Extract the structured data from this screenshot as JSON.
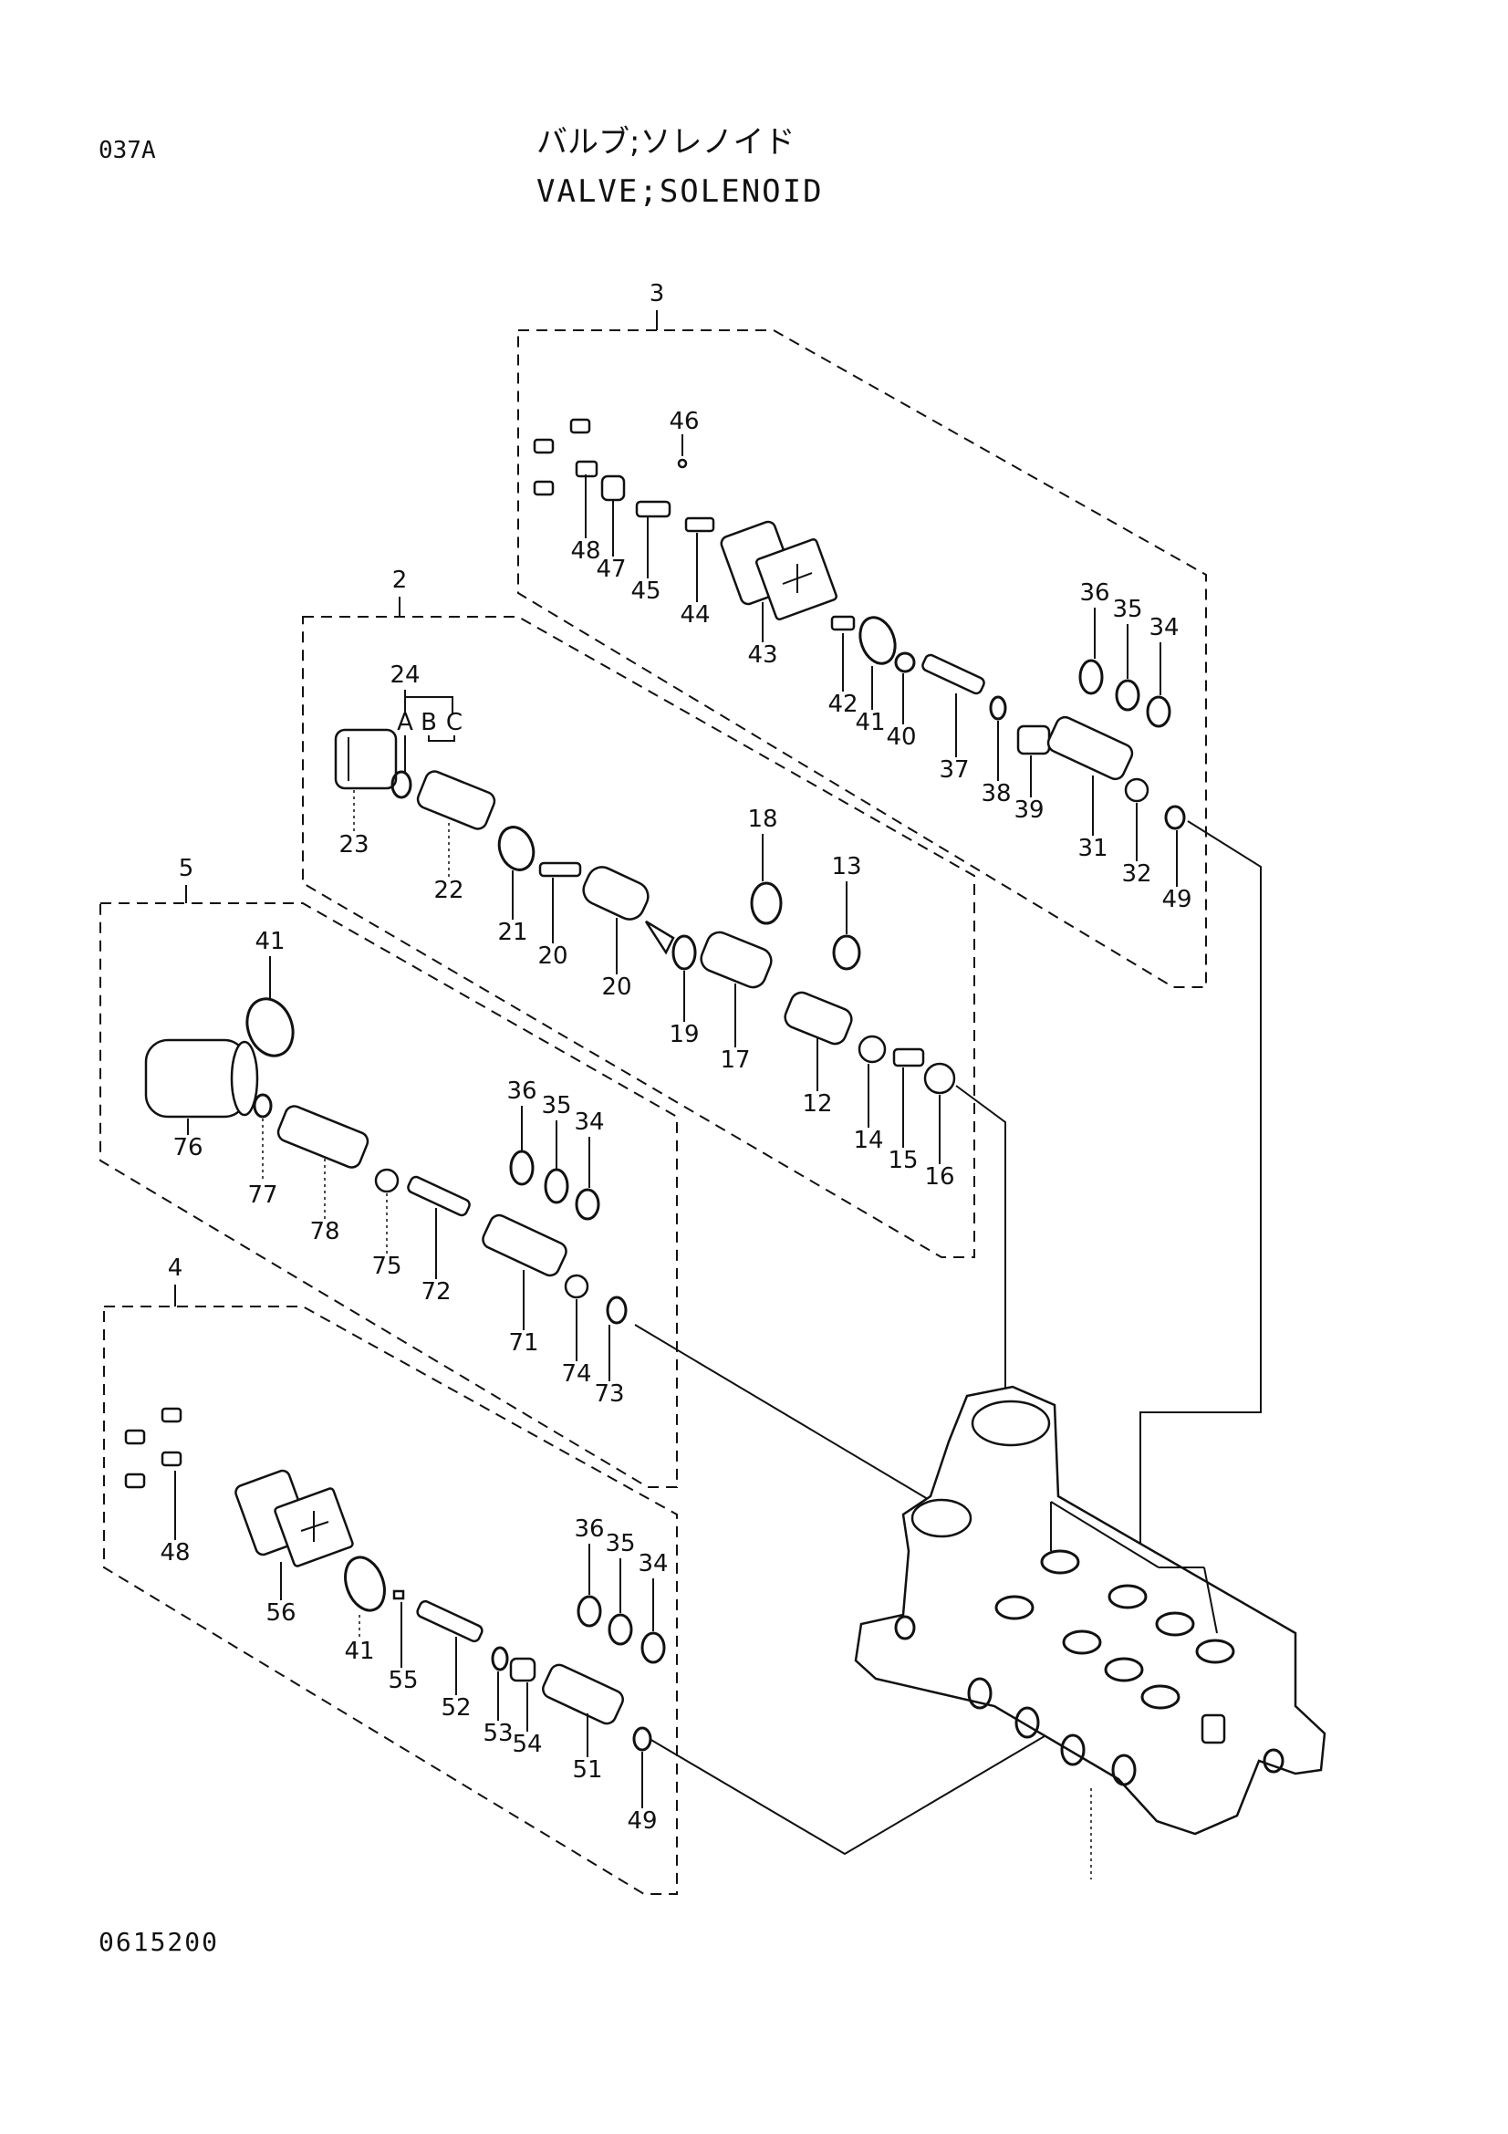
{
  "header": {
    "page_code": "037A",
    "title_jp": "バルブ;ソレノイド",
    "title_en": "VALVE;SOLENOID"
  },
  "footer": {
    "drawing_number": "0615200"
  },
  "groups": {
    "group_3": "3",
    "group_2": "2",
    "group_5": "5",
    "group_4": "4"
  },
  "labels": {
    "p46": "46",
    "p48a": "48",
    "p47": "47",
    "p45": "45",
    "p44": "44",
    "p43": "43",
    "p42": "42",
    "p41a": "41",
    "p40": "40",
    "p37": "37",
    "p38": "38",
    "p39": "39",
    "p36a": "36",
    "p35a": "35",
    "p34a": "34",
    "p31": "31",
    "p32": "32",
    "p49a": "49",
    "p24": "24",
    "p24A": "A",
    "p24B": "B",
    "p24C": "C",
    "p23": "23",
    "p22": "22",
    "p21": "21",
    "p20a": "20",
    "p20b": "20",
    "p18": "18",
    "p13": "13",
    "p19": "19",
    "p17": "17",
    "p12": "12",
    "p14": "14",
    "p15": "15",
    "p16": "16",
    "p41b": "41",
    "p76": "76",
    "p77": "77",
    "p78": "78",
    "p75": "75",
    "p72": "72",
    "p36b": "36",
    "p35b": "35",
    "p34b": "34",
    "p71": "71",
    "p74": "74",
    "p73": "73",
    "p48b": "48",
    "p56": "56",
    "p41c": "41",
    "p55": "55",
    "p52": "52",
    "p53": "53",
    "p54": "54",
    "p51": "51",
    "p36c": "36",
    "p35c": "35",
    "p34c": "34",
    "p49b": "49"
  }
}
